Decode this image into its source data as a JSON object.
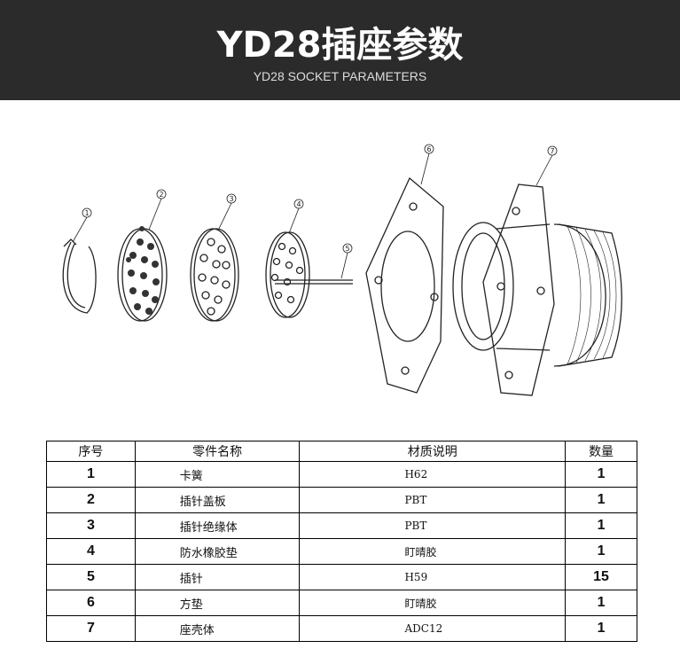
{
  "header": {
    "title": "YD28插座参数",
    "subtitle": "YD28 SOCKET PARAMETERS",
    "bg": "#2b2b2b"
  },
  "drawing": {
    "callouts": [
      "1",
      "2",
      "3",
      "4",
      "5",
      "6",
      "7"
    ]
  },
  "table": {
    "headers": [
      "序号",
      "零件名称",
      "材质说明",
      "数量"
    ],
    "rows": [
      {
        "no": "1",
        "name": "卡簧",
        "material": "H62",
        "qty": "1"
      },
      {
        "no": "2",
        "name": "插针盖板",
        "material": "PBT",
        "qty": "1"
      },
      {
        "no": "3",
        "name": "插针绝缘体",
        "material": "PBT",
        "qty": "1"
      },
      {
        "no": "4",
        "name": "防水橡胶垫",
        "material": "盯晴胶",
        "qty": "1"
      },
      {
        "no": "5",
        "name": "插针",
        "material": "H59",
        "qty": "15"
      },
      {
        "no": "6",
        "name": "方垫",
        "material": "盯晴胶",
        "qty": "1"
      },
      {
        "no": "7",
        "name": "座壳体",
        "material": "ADC12",
        "qty": "1"
      }
    ]
  }
}
